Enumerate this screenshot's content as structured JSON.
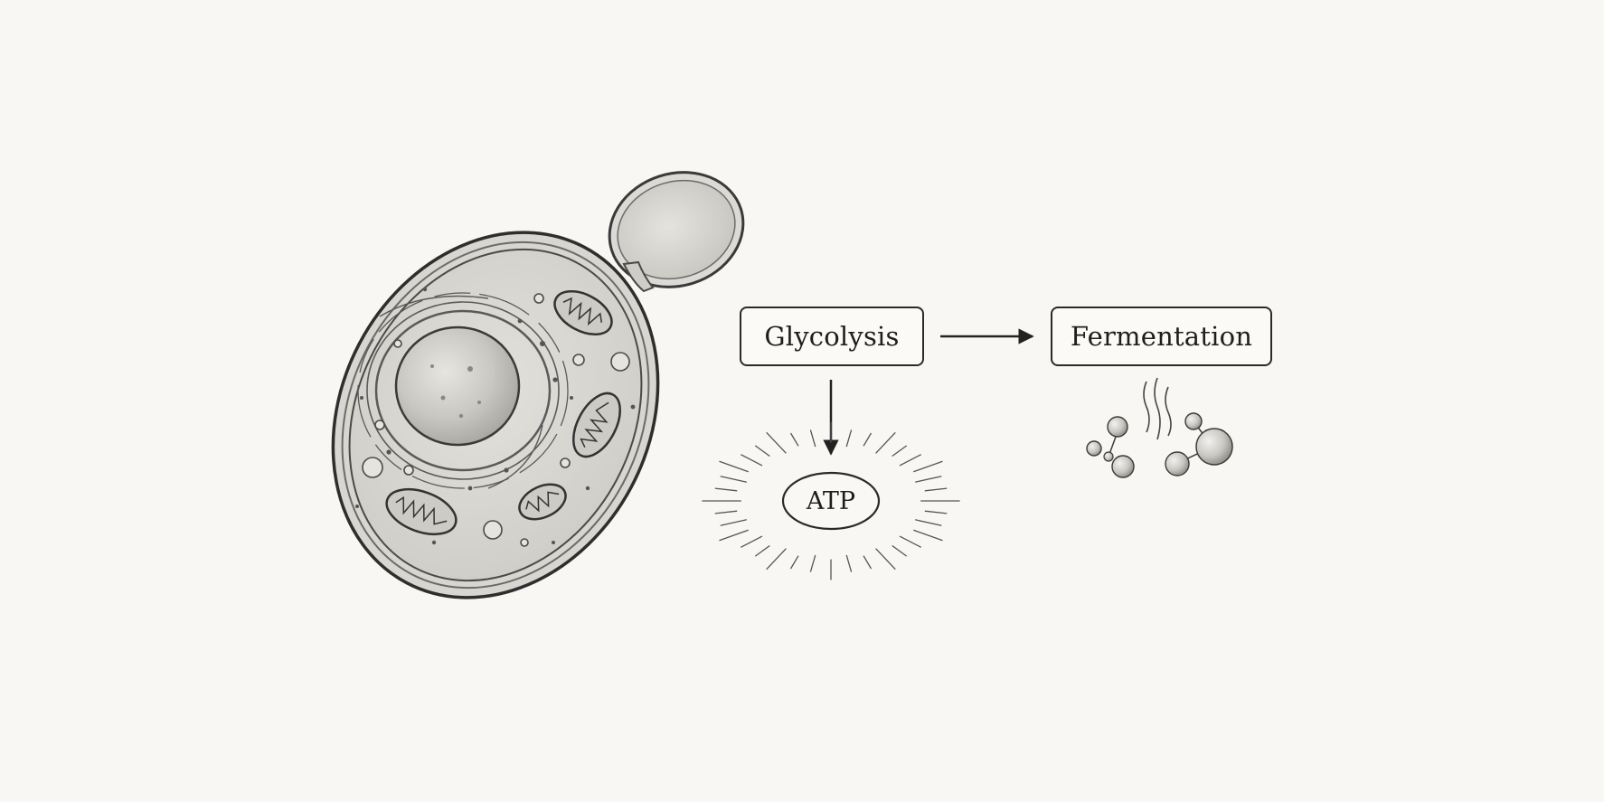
{
  "diagram": {
    "nodes": {
      "glycolysis": "Glycolysis",
      "fermentation": "Fermentation",
      "atp": "ATP"
    }
  }
}
